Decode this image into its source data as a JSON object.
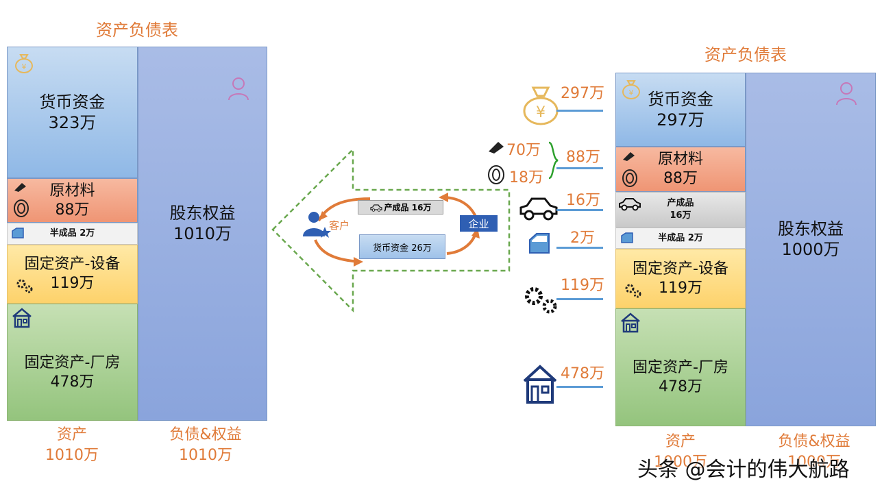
{
  "left_sheet": {
    "title": "资产负债表",
    "cash_label": "货币资金",
    "cash_value": "323万",
    "raw_label": "原材料",
    "raw_value": "88万",
    "semi_label": "半成品  2万",
    "equip_label": "固定资产-设备",
    "equip_value": "119万",
    "plant_label": "固定资产-厂房",
    "plant_value": "478万",
    "equity_label": "股东权益",
    "equity_value": "1010万",
    "footer_assets": "资产",
    "footer_assets_value": "1010万",
    "footer_liab": "负债&权益",
    "footer_liab_value": "1010万"
  },
  "flow": {
    "customer": "客户",
    "company": "企业",
    "product_tag": "产成品 16万",
    "cash_tag": "货币资金 26万"
  },
  "breakdown": {
    "cash": "297万",
    "raw_a": "70万",
    "raw_b": "18万",
    "raw_total": "88万",
    "finished": "16万",
    "semi": "2万",
    "equip": "119万",
    "plant": "478万"
  },
  "right_sheet": {
    "title": "资产负债表",
    "cash_label": "货币资金",
    "cash_value": "297万",
    "raw_label": "原材料",
    "raw_value": "88万",
    "fin_label": "产成品",
    "fin_value": "16万",
    "semi_label": "半成品  2万",
    "equip_label": "固定资产-设备",
    "equip_value": "119万",
    "plant_label": "固定资产-厂房",
    "plant_value": "478万",
    "equity_label": "股东权益",
    "equity_value": "1000万",
    "footer_assets": "资产",
    "footer_assets_value": "1000万",
    "footer_liab": "负债&权益",
    "footer_liab_value": "1000万"
  },
  "watermark": "头条 @会计的伟大航路",
  "colors": {
    "accent": "#E07B39",
    "line": "#5b9bd5",
    "arrow_green": "#6aa84f",
    "company": "#2f5fb3"
  }
}
